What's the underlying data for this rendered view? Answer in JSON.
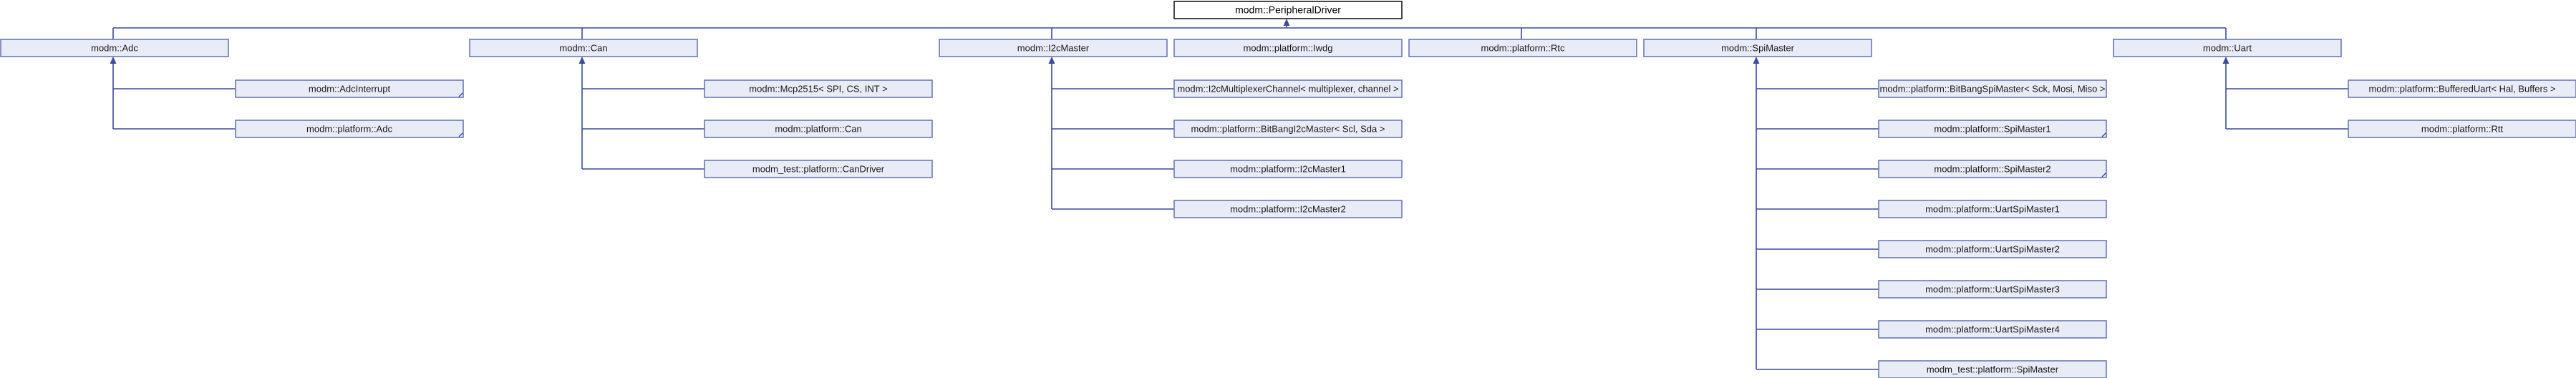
{
  "root": {
    "id": "root",
    "label": "modm::PeripheralDriver"
  },
  "children": [
    {
      "id": "adc",
      "label": "modm::Adc",
      "subclasses": [
        {
          "label": "modm::AdcInterrupt",
          "folded": true
        },
        {
          "label": "modm::platform::Adc",
          "folded": true
        }
      ]
    },
    {
      "id": "can",
      "label": "modm::Can",
      "subclasses": [
        {
          "label": "modm::Mcp2515< SPI, CS, INT >",
          "folded": false
        },
        {
          "label": "modm::platform::Can",
          "folded": false
        },
        {
          "label": "modm_test::platform::CanDriver",
          "folded": false
        }
      ]
    },
    {
      "id": "i2c",
      "label": "modm::I2cMaster",
      "subclasses": [
        {
          "label": "modm::I2cMultiplexerChannel< multiplexer, channel >",
          "folded": false
        },
        {
          "label": "modm::platform::BitBangI2cMaster< Scl, Sda >",
          "folded": false
        },
        {
          "label": "modm::platform::I2cMaster1",
          "folded": false
        },
        {
          "label": "modm::platform::I2cMaster2",
          "folded": false
        }
      ]
    },
    {
      "id": "iwdg",
      "label": "modm::platform::Iwdg",
      "subclasses": []
    },
    {
      "id": "rtc",
      "label": "modm::platform::Rtc",
      "subclasses": []
    },
    {
      "id": "spi",
      "label": "modm::SpiMaster",
      "subclasses": [
        {
          "label": "modm::platform::BitBangSpiMaster< Sck, Mosi, Miso >",
          "folded": false
        },
        {
          "label": "modm::platform::SpiMaster1",
          "folded": true
        },
        {
          "label": "modm::platform::SpiMaster2",
          "folded": true
        },
        {
          "label": "modm::platform::UartSpiMaster1",
          "folded": false
        },
        {
          "label": "modm::platform::UartSpiMaster2",
          "folded": false
        },
        {
          "label": "modm::platform::UartSpiMaster3",
          "folded": false
        },
        {
          "label": "modm::platform::UartSpiMaster4",
          "folded": false
        },
        {
          "label": "modm_test::platform::SpiMaster",
          "folded": false
        }
      ]
    },
    {
      "id": "uart",
      "label": "modm::Uart",
      "subclasses": [
        {
          "label": "modm::platform::BufferedUart< Hal, Buffers >",
          "folded": false
        },
        {
          "label": "modm::platform::Rtt",
          "folded": false
        }
      ]
    }
  ],
  "colors": {
    "node_fill": "#e8ecf6",
    "node_border": "#6a79b3",
    "root_border": "#333333",
    "edge": "#3a4a9c"
  }
}
